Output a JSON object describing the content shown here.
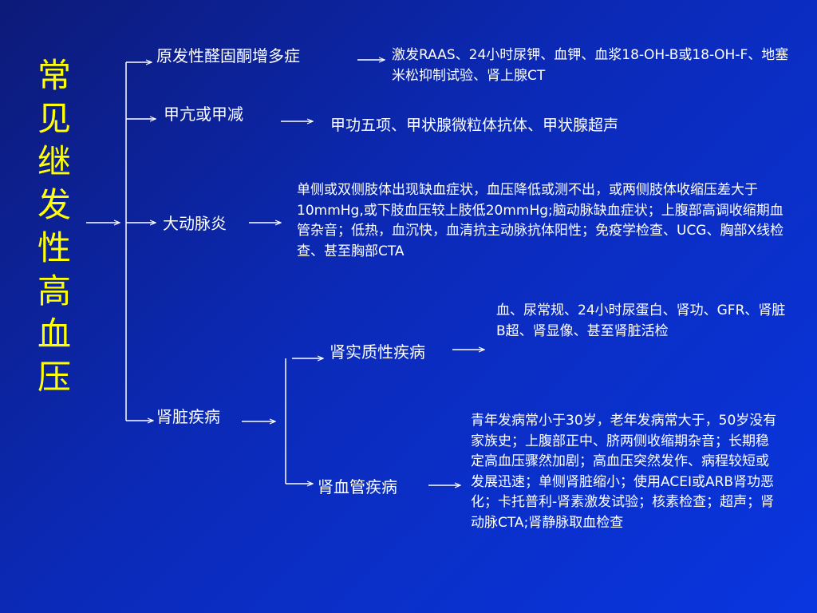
{
  "title": "常见继发性高血压",
  "categories": {
    "primary_aldosteronism": "原发性醛固酮增多症",
    "thyroid": "甲亢或甲减",
    "aortitis": "大动脉炎",
    "kidney": "肾脏疾病",
    "renal_parenchymal": "肾实质性疾病",
    "renal_vascular": "肾血管疾病"
  },
  "details": {
    "primary_aldosteronism": "激发RAAS、24小时尿钾、血钾、血浆18-OH-B或18-OH-F、地塞米松抑制试验、肾上腺CT",
    "thyroid": "甲功五项、甲状腺微粒体抗体、甲状腺超声",
    "aortitis": "单侧或双侧肢体出现缺血症状，血压降低或测不出，或两侧肢体收缩压差大于10mmHg,或下肢血压较上肢低20mmHg;脑动脉缺血症状；上腹部高调收缩期血管杂音；低热，血沉快，血清抗主动脉抗体阳性；免疫学检查、UCG、胸部X线检查、甚至胸部CTA",
    "renal_parenchymal": "血、尿常规、24小时尿蛋白、肾功、GFR、肾脏B超、肾显像、甚至肾脏活检",
    "renal_vascular": "青年发病常小于30岁，老年发病常大于，50岁没有家族史；上腹部正中、脐两侧收缩期杂音；长期稳定高血压骤然加剧；高血压突然发作、病程较短或发展迅速；单侧肾脏缩小；使用ACEI或ARB肾功恶化；卡托普利-肾素激发试验；核素检查；超声；肾动脉CTA;肾静脉取血检查"
  },
  "colors": {
    "background": "#0b2ab8",
    "title": "#ffff00",
    "text": "#ffffff",
    "lines": "#ffffff"
  }
}
